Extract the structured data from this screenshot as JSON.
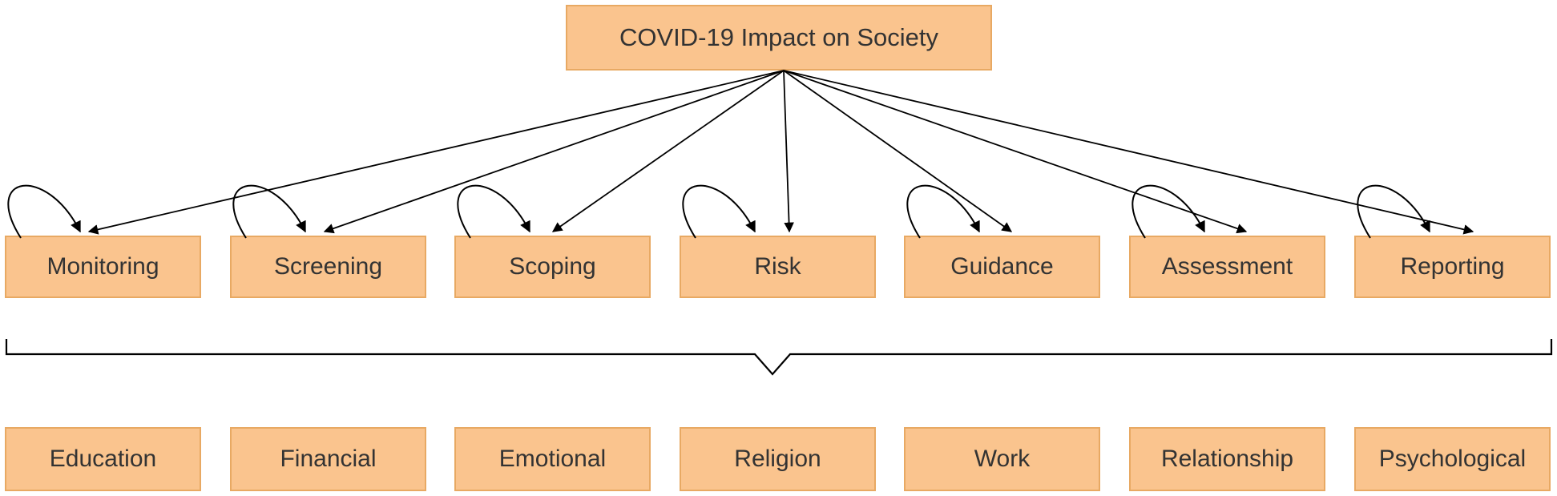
{
  "root": {
    "label": "COVID-19 Impact on Society"
  },
  "process_row": {
    "items": [
      "Monitoring",
      "Screening",
      "Scoping",
      "Risk",
      "Guidance",
      "Assessment",
      "Reporting"
    ]
  },
  "impact_row": {
    "items": [
      "Education",
      "Financial",
      "Emotional",
      "Religion",
      "Work",
      "Relationship",
      "Psychological"
    ]
  },
  "edges": {
    "from_root_to": [
      "Monitoring",
      "Screening",
      "Scoping",
      "Risk",
      "Guidance",
      "Assessment",
      "Reporting"
    ],
    "self_loops_on": [
      "Monitoring",
      "Screening",
      "Scoping",
      "Risk",
      "Guidance",
      "Assessment",
      "Reporting"
    ],
    "brace": "process row grouped by a downward-pointing brace above the impact row"
  },
  "colors": {
    "box_fill": "#FAC48E",
    "box_border": "#E8A963",
    "text": "#333333",
    "connector": "#000000",
    "background": "#FFFFFF"
  }
}
